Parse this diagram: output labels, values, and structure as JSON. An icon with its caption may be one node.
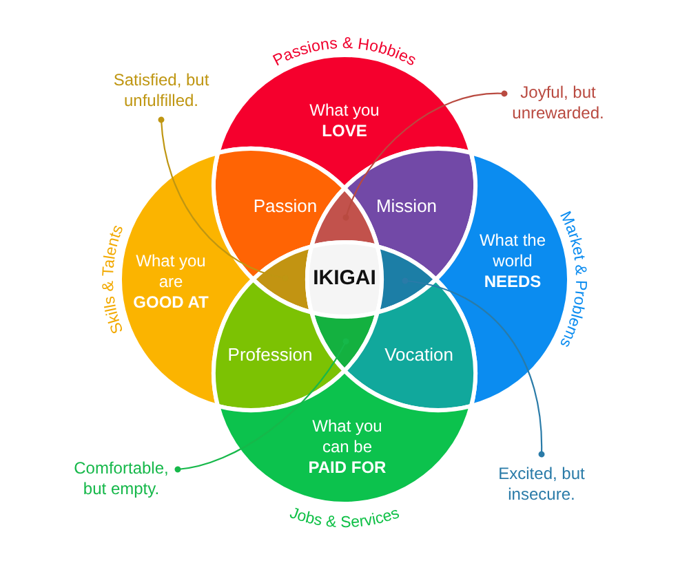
{
  "diagram": {
    "nodes": [
      {
        "text": [
          "Satisfied, but unfulfilled."
        ]
      },
      {
        "text": [
          "What you **LOVE**"
        ],
        "beside": [
          "Passions & Hobbies"
        ]
      },
      {
        "text": [
          "Joyful, but unrewarded."
        ]
      },
      {
        "text": [
          "Passion"
        ]
      },
      {
        "text": [
          "Mission"
        ]
      },
      {
        "text": [],
        "shape": "lens"
      },
      {
        "text": [
          "What you are **GOOD AT**"
        ],
        "beside": [
          "Skills & Talents"
        ]
      },
      {
        "text": [],
        "shape": "lens"
      },
      {
        "text": [
          "IKIGAI"
        ]
      },
      {
        "text": [],
        "shape": "lens"
      },
      {
        "text": [
          "What the world **NEEDS**"
        ],
        "beside": [
          "Market & Problems"
        ]
      },
      {
        "text": [],
        "shape": "lens"
      },
      {
        "text": [
          "Profession"
        ]
      },
      {
        "text": [
          "Vocation"
        ]
      },
      {
        "text": [
          "What you can be **PAID FOR**"
        ],
        "beside": [
          "Jobs & Services"
        ]
      },
      {
        "text": [
          "Comfortable, but empty."
        ]
      },
      {
        "text": [
          "Excited, but insecure."
        ]
      }
    ],
    "edges": [
      {
        "from": 0,
        "to": 7,
        "arrow": "other",
        "color": "#bf9612"
      },
      {
        "from": 2,
        "to": 5,
        "arrow": "other",
        "color": "#b94a40"
      },
      {
        "from": 15,
        "to": 11,
        "arrow": "other",
        "color": "#16b84a"
      },
      {
        "from": 16,
        "to": 9,
        "arrow": "other",
        "color": "#2a7ba8"
      }
    ]
  }
}
